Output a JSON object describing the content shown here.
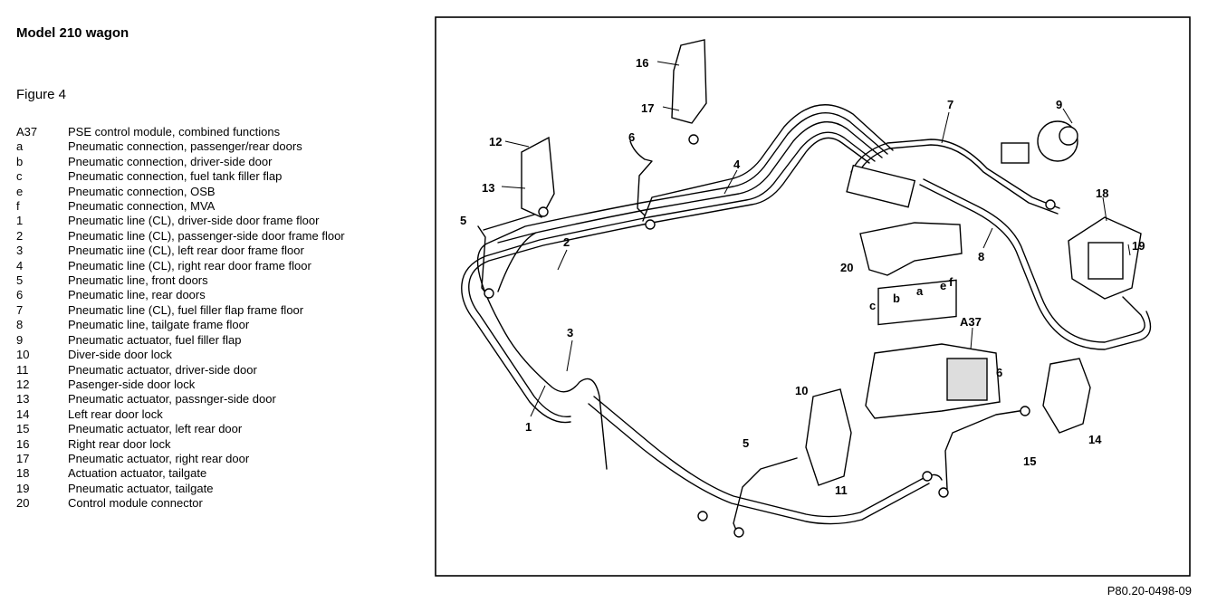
{
  "title": "Model 210 wagon",
  "figure_label": "Figure 4",
  "legend": [
    {
      "key": "A37",
      "text": "PSE control module, combined functions"
    },
    {
      "key": "a",
      "text": "Pneumatic connection, passenger/rear doors"
    },
    {
      "key": "b",
      "text": "Pneumatic connection, driver-side door"
    },
    {
      "key": "c",
      "text": "Pneumatic connection, fuel tank filler flap"
    },
    {
      "key": "e",
      "text": "Pneumatic connection, OSB"
    },
    {
      "key": "f",
      "text": "Pneumatic connection, MVA"
    },
    {
      "key": "1",
      "text": "Pneumatic line (CL), driver-side door frame floor"
    },
    {
      "key": "2",
      "text": "Pneumatic line (CL), passenger-side door frame floor"
    },
    {
      "key": "3",
      "text": "Pneumatic iine (CL), left rear door frame floor"
    },
    {
      "key": "4",
      "text": "Pneumatic line (CL), right rear door frame floor"
    },
    {
      "key": "5",
      "text": "Pneumatic line, front doors"
    },
    {
      "key": "6",
      "text": "Pneumatic line, rear doors"
    },
    {
      "key": "7",
      "text": "Pneumatic line (CL), fuel filler flap frame floor"
    },
    {
      "key": "8",
      "text": "Pneumatic line, tailgate frame floor"
    },
    {
      "key": "9",
      "text": "Pneumatic actuator, fuel filler flap"
    },
    {
      "key": "10",
      "text": "Diver-side door lock"
    },
    {
      "key": "11",
      "text": "Pneumatic actuator, driver-side door"
    },
    {
      "key": "12",
      "text": "Pasenger-side door lock"
    },
    {
      "key": "13",
      "text": "Pneumatic actuator, passnger-side door"
    },
    {
      "key": "14",
      "text": "Left rear door lock"
    },
    {
      "key": "15",
      "text": "Pneumatic actuator, left rear door"
    },
    {
      "key": "16",
      "text": "Right rear door lock"
    },
    {
      "key": "17",
      "text": "Pneumatic actuator, right rear door"
    },
    {
      "key": "18",
      "text": "Actuation actuator, tailgate"
    },
    {
      "key": "19",
      "text": "Pneumatic actuator, tailgate"
    },
    {
      "key": "20",
      "text": "Control module connector"
    }
  ],
  "callouts": {
    "n1": "1",
    "n2": "2",
    "n3": "3",
    "n4": "4",
    "n5a": "5",
    "n5b": "5",
    "n6a": "6",
    "n6b": "6",
    "n7": "7",
    "n8": "8",
    "n9": "9",
    "n10": "10",
    "n11": "11",
    "n12": "12",
    "n13": "13",
    "n14": "14",
    "n15": "15",
    "n16": "16",
    "n17": "17",
    "n18": "18",
    "n19": "19",
    "n20": "20",
    "a37": "A37",
    "c": "c",
    "b": "b",
    "a": "a",
    "e": "e",
    "f": "f"
  },
  "reference_code": "P80.20-0498-09"
}
